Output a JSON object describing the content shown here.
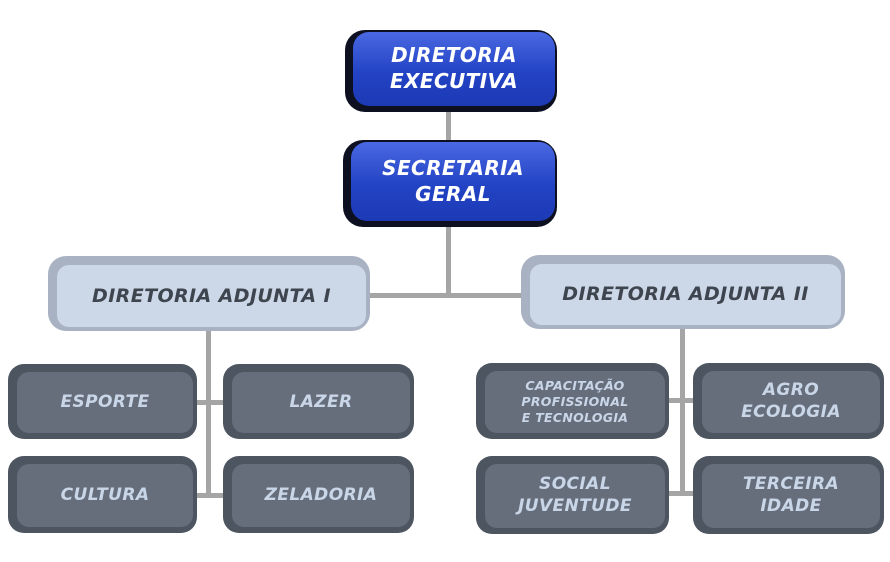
{
  "diagram": {
    "type": "org-chart",
    "colors": {
      "primary_box": "#2243c4",
      "primary_box_top": "#4a68e2",
      "primary_ring": "#0d1020",
      "light_box": "#ccd7e8",
      "light_ring": "#a8b2c2",
      "dark_box": "#666e7c",
      "dark_ring": "#4d5560",
      "connector": "#a5a5a5",
      "text_on_primary": "#ffffff",
      "text_on_light": "#3e454e",
      "text_on_dark": "#c9d6e8"
    },
    "nodes": {
      "executiva": {
        "label": "DIRETORIA\nEXECUTIVA",
        "level": 1,
        "parent": null
      },
      "secretaria": {
        "label": "SECRETARIA\nGERAL",
        "level": 2,
        "parent": "executiva"
      },
      "adjunta1": {
        "label": "DIRETORIA ADJUNTA I",
        "level": 3,
        "parent": "secretaria"
      },
      "adjunta2": {
        "label": "DIRETORIA ADJUNTA II",
        "level": 3,
        "parent": "secretaria"
      },
      "esporte": {
        "label": "ESPORTE",
        "level": 4,
        "parent": "adjunta1"
      },
      "lazer": {
        "label": "LAZER",
        "level": 4,
        "parent": "adjunta1"
      },
      "cultura": {
        "label": "CULTURA",
        "level": 4,
        "parent": "adjunta1"
      },
      "zeladoria": {
        "label": "ZELADORIA",
        "level": 4,
        "parent": "adjunta1"
      },
      "capacitacao": {
        "label": "CAPACITAÇÃO\nPROFISSIONAL\nE TECNOLOGIA",
        "level": 4,
        "parent": "adjunta2"
      },
      "agroecologia": {
        "label": "AGRO\nECOLOGIA",
        "level": 4,
        "parent": "adjunta2"
      },
      "socialjuventude": {
        "label": "SOCIAL\nJUVENTUDE",
        "level": 4,
        "parent": "adjunta2"
      },
      "terceiraidade": {
        "label": "TERCEIRA\nIDADE",
        "level": 4,
        "parent": "adjunta2"
      }
    }
  }
}
